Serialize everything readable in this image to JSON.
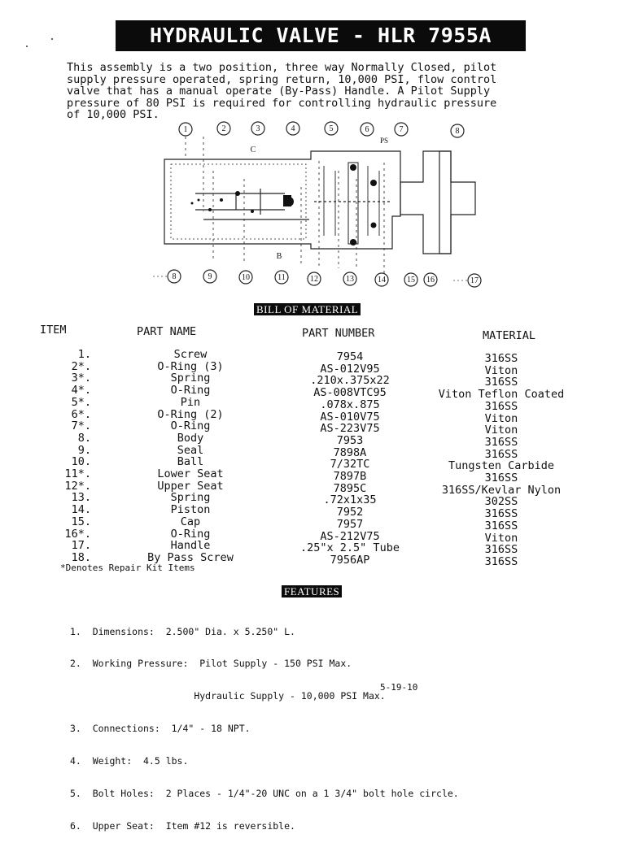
{
  "title": "HYDRAULIC VALVE - HLR 7955A",
  "intro_lines": [
    "This assembly is a two position, three way Normally Closed, pilot",
    "supply pressure operated, spring return, 10,000 PSI, flow control",
    "valve that has a manual operate (By-Pass) Handle.  A Pilot Supply",
    "pressure of 80 PSI is required for controlling hydraulic pressure",
    "of 10,000 PSI."
  ],
  "diagram": {
    "top_callouts": [
      "1",
      "2",
      "3",
      "4",
      "5",
      "6",
      "7",
      "8"
    ],
    "bottom_callouts": [
      "8",
      "9",
      "10",
      "11",
      "12",
      "13",
      "14",
      "15",
      "16",
      "17"
    ],
    "labels": [
      "C",
      "PS",
      "B"
    ]
  },
  "bom": {
    "heading": "BILL OF MATERIAL",
    "columns": [
      "ITEM",
      "PART NAME",
      "PART NUMBER",
      "MATERIAL"
    ],
    "items": [
      "1.",
      "2*.",
      "3*.",
      "4*.",
      "5*.",
      "6*.",
      "7*.",
      "8.",
      "9.",
      "10.",
      "11*.",
      "12*.",
      "13.",
      "14.",
      "15.",
      "16*.",
      "17.",
      "18."
    ],
    "names": [
      "Screw",
      "O-Ring (3)",
      "Spring",
      "O-Ring",
      "Pin",
      "O-Ring (2)",
      "O-Ring",
      "Body",
      "Seal",
      "Ball",
      "Lower Seat",
      "Upper Seat",
      "Spring",
      "Piston",
      "Cap",
      "O-Ring",
      "Handle",
      "By Pass Screw"
    ],
    "part_numbers": [
      "7954",
      "AS-012V95",
      ".210x.375x22",
      "AS-008VTC95",
      ".078x.875",
      "AS-010V75",
      "AS-223V75",
      "7953",
      "7898A",
      "7/32TC",
      "7897B",
      "7895C",
      ".72x1x35",
      "7952",
      "7957",
      "AS-212V75",
      ".25\"x 2.5\" Tube",
      "7956AP"
    ],
    "materials": [
      "316SS",
      "Viton",
      "316SS",
      "Viton Teflon Coated",
      "316SS",
      "Viton",
      "Viton",
      "316SS",
      "316SS",
      "Tungsten Carbide",
      "316SS",
      "316SS/Kevlar Nylon",
      "302SS",
      "316SS",
      "316SS",
      "Viton",
      "316SS",
      "316SS"
    ],
    "note": "*Denotes Repair Kit Items"
  },
  "features": {
    "heading": "FEATURES",
    "lines": [
      "1.  Dimensions:  2.500\" Dia. x 5.250\" L.",
      "2.  Working Pressure:  Pilot Supply - 150 PSI Max.",
      "                      Hydraulic Supply - 10,000 PSI Max.",
      "3.  Connections:  1/4\" - 18 NPT.",
      "4.  Weight:  4.5 lbs.",
      "5.  Bolt Holes:  2 Places - 1/4\"-20 UNC on a 1 3/4\" bolt hole circle.",
      "6.  Upper Seat:  Item #12 is reversible."
    ]
  },
  "date": "5-19-10"
}
